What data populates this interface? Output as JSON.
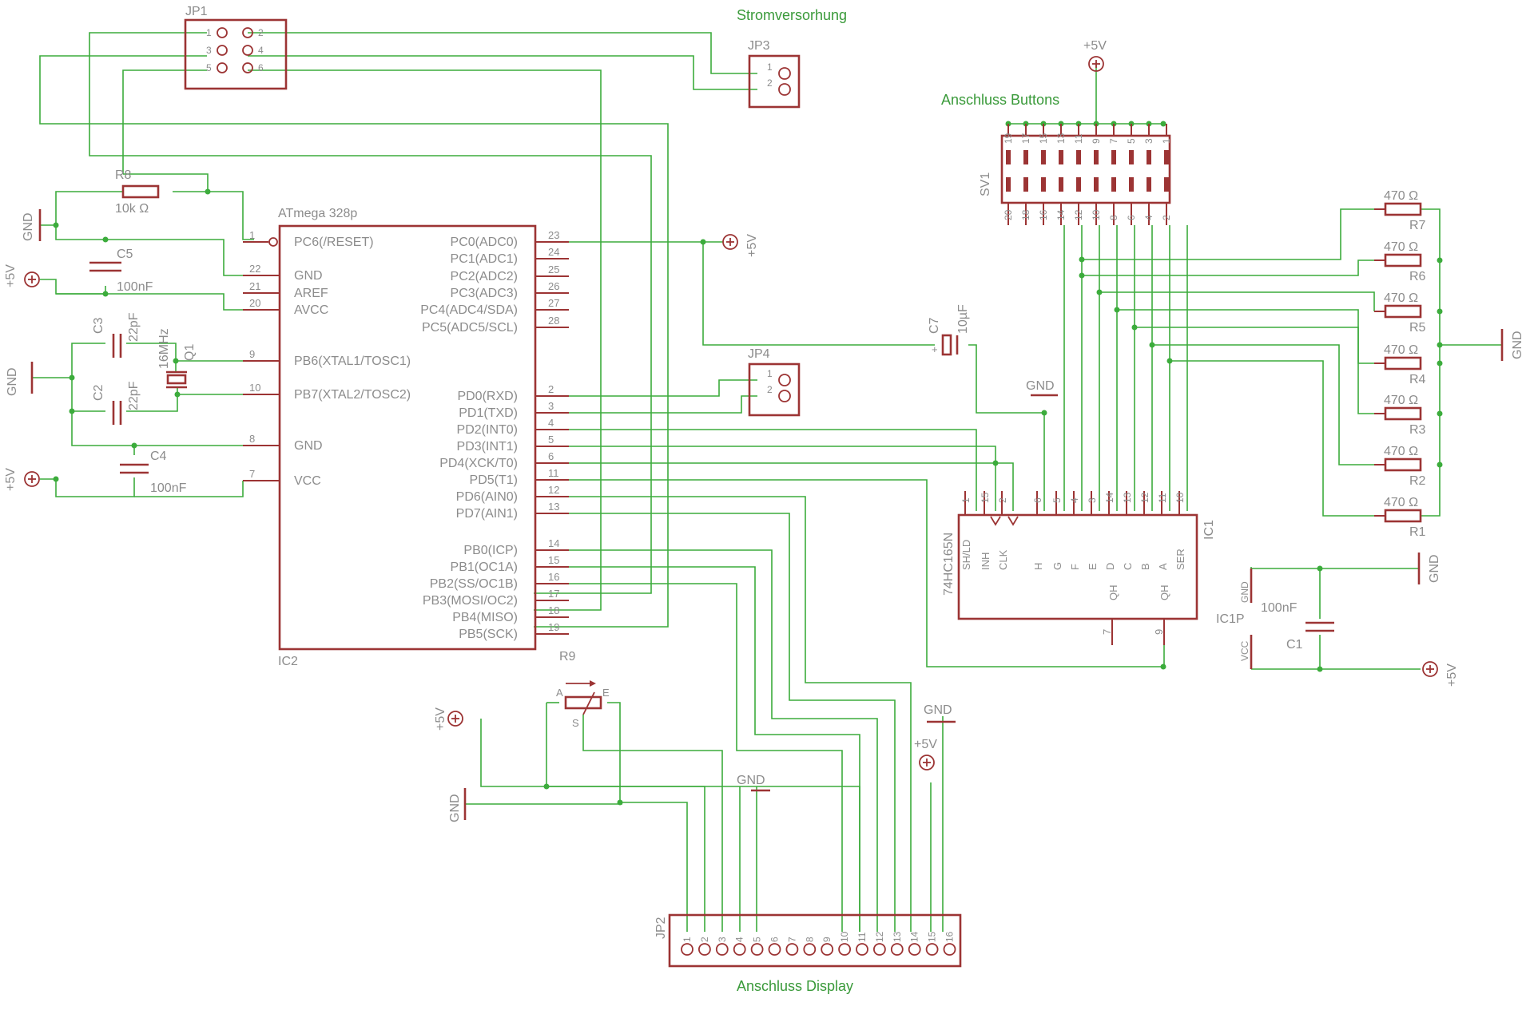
{
  "labels": {
    "power_section": "Stromversorhung",
    "buttons_section": "Anschluss Buttons",
    "display_section": "Anschluss Display"
  },
  "mcu": {
    "name": "ATmega 328p",
    "ref": "IC2",
    "left_pins": [
      {
        "num": "1",
        "name": "PC6(/RESET)"
      },
      {
        "num": "22",
        "name": "GND"
      },
      {
        "num": "21",
        "name": "AREF"
      },
      {
        "num": "20",
        "name": "AVCC"
      },
      {
        "num": "9",
        "name": "PB6(XTAL1/TOSC1)"
      },
      {
        "num": "10",
        "name": "PB7(XTAL2/TOSC2)"
      },
      {
        "num": "8",
        "name": "GND"
      },
      {
        "num": "7",
        "name": "VCC"
      }
    ],
    "right_pins": [
      {
        "num": "23",
        "name": "PC0(ADC0)"
      },
      {
        "num": "24",
        "name": "PC1(ADC1)"
      },
      {
        "num": "25",
        "name": "PC2(ADC2)"
      },
      {
        "num": "26",
        "name": "PC3(ADC3)"
      },
      {
        "num": "27",
        "name": "PC4(ADC4/SDA)"
      },
      {
        "num": "28",
        "name": "PC5(ADC5/SCL)"
      },
      {
        "num": "2",
        "name": "PD0(RXD)"
      },
      {
        "num": "3",
        "name": "PD1(TXD)"
      },
      {
        "num": "4",
        "name": "PD2(INT0)"
      },
      {
        "num": "5",
        "name": "PD3(INT1)"
      },
      {
        "num": "6",
        "name": "PD4(XCK/T0)"
      },
      {
        "num": "11",
        "name": "PD5(T1)"
      },
      {
        "num": "12",
        "name": "PD6(AIN0)"
      },
      {
        "num": "13",
        "name": "PD7(AIN1)"
      },
      {
        "num": "14",
        "name": "PB0(ICP)"
      },
      {
        "num": "15",
        "name": "PB1(OC1A)"
      },
      {
        "num": "16",
        "name": "PB2(SS/OC1B)"
      },
      {
        "num": "17",
        "name": "PB3(MOSI/OC2)"
      },
      {
        "num": "18",
        "name": "PB4(MISO)"
      },
      {
        "num": "19",
        "name": "PB5(SCK)"
      }
    ]
  },
  "shift_register": {
    "name": "74HC165N",
    "ref": "IC1",
    "top_pins": [
      "1",
      "15",
      "2",
      "6",
      "5",
      "4",
      "3",
      "14",
      "13",
      "12",
      "11",
      "10"
    ],
    "top_names": [
      "SH/LD",
      "INH",
      "CLK",
      "H",
      "G",
      "F",
      "E",
      "D",
      "C",
      "B",
      "A",
      "SER"
    ],
    "bottom_pins": [
      "7",
      "9"
    ],
    "bottom_names": [
      "QH",
      "QH"
    ]
  },
  "components": {
    "r8": {
      "ref": "R8",
      "value": "10k Ω"
    },
    "c5": {
      "ref": "C5",
      "value": "100nF"
    },
    "c3": {
      "ref": "C3",
      "value": "22pF"
    },
    "c2": {
      "ref": "C2",
      "value": "22pF"
    },
    "q1": {
      "ref": "Q1",
      "value": "16MHz"
    },
    "c4": {
      "ref": "C4",
      "value": "100nF"
    },
    "c7": {
      "ref": "C7",
      "value": "10µF"
    },
    "c1": {
      "ref": "C1",
      "value": "100nF"
    },
    "r9": {
      "ref": "R9",
      "pin_a": "A",
      "pin_e": "E",
      "pin_s": "S"
    },
    "resistors": [
      {
        "ref": "R7",
        "value": "470 Ω"
      },
      {
        "ref": "R6",
        "value": "470 Ω"
      },
      {
        "ref": "R5",
        "value": "470 Ω"
      },
      {
        "ref": "R4",
        "value": "470 Ω"
      },
      {
        "ref": "R3",
        "value": "470 Ω"
      },
      {
        "ref": "R2",
        "value": "470 Ω"
      },
      {
        "ref": "R1",
        "value": "470 Ω"
      }
    ]
  },
  "connectors": {
    "jp1": {
      "ref": "JP1",
      "pins": [
        "1",
        "2",
        "3",
        "4",
        "5",
        "6"
      ]
    },
    "jp3": {
      "ref": "JP3",
      "pins": [
        "1",
        "2"
      ]
    },
    "jp4": {
      "ref": "JP4",
      "pins": [
        "1",
        "2"
      ]
    },
    "jp2": {
      "ref": "JP2",
      "pins": [
        "1",
        "2",
        "3",
        "4",
        "5",
        "6",
        "7",
        "8",
        "9",
        "10",
        "11",
        "12",
        "13",
        "14",
        "15",
        "16"
      ]
    },
    "sv1": {
      "ref": "SV1",
      "top_pins": [
        "19",
        "17",
        "15",
        "13",
        "11",
        "9",
        "7",
        "5",
        "3",
        "1"
      ],
      "bottom_pins": [
        "20",
        "18",
        "16",
        "14",
        "12",
        "10",
        "8",
        "6",
        "4",
        "2"
      ]
    },
    "ic1p": {
      "ref": "IC1P",
      "gnd": "GND",
      "vcc": "VCC"
    }
  },
  "power": {
    "vcc": "+5V",
    "gnd": "GND"
  }
}
